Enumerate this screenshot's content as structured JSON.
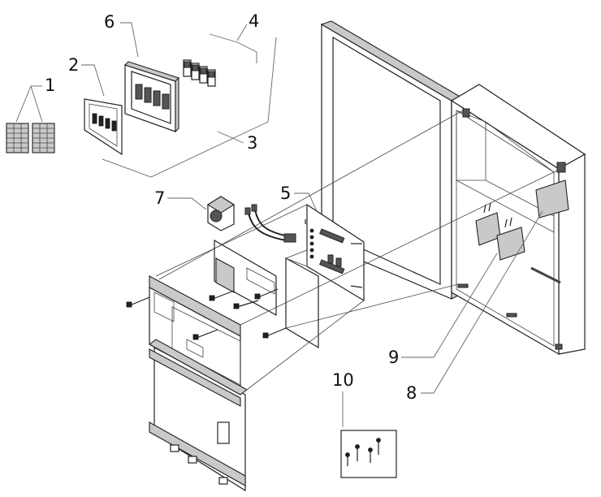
{
  "callouts": [
    {
      "id": "1",
      "label": "1"
    },
    {
      "id": "2",
      "label": "2"
    },
    {
      "id": "3",
      "label": "3"
    },
    {
      "id": "4",
      "label": "4"
    },
    {
      "id": "5",
      "label": "5"
    },
    {
      "id": "6",
      "label": "6"
    },
    {
      "id": "7",
      "label": "7"
    },
    {
      "id": "8",
      "label": "8"
    },
    {
      "id": "9",
      "label": "9"
    },
    {
      "id": "10",
      "label": "10"
    }
  ],
  "colors": {
    "line": "#222222",
    "shade": "#c9c9c9",
    "background": "#ffffff"
  }
}
